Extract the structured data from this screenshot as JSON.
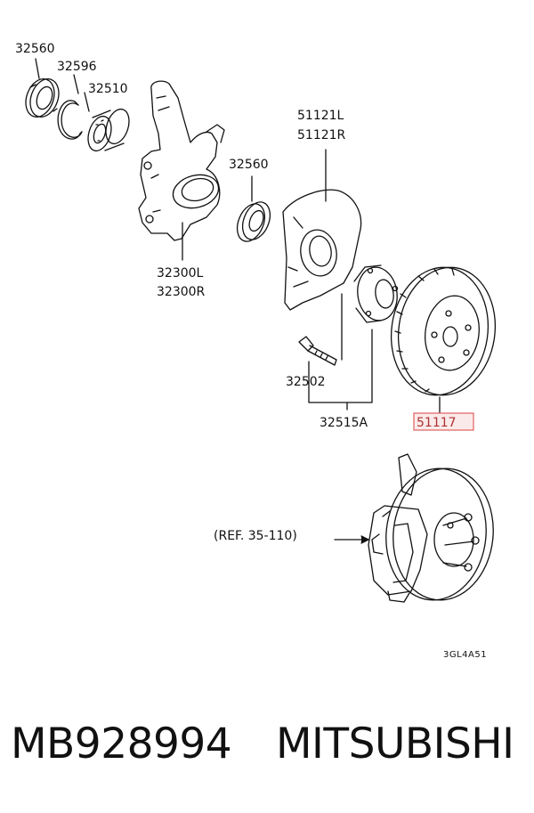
{
  "labels": {
    "p32560a": "32560",
    "p32596": "32596",
    "p32510": "32510",
    "p51121l": "51121L",
    "p51121r": "51121R",
    "p32560b": "32560",
    "p32300l": "32300L",
    "p32300r": "32300R",
    "p32502": "32502",
    "p32515a": "32515A",
    "p51117": "51117",
    "ref": "(REF. 35-110)",
    "code": "3GL4A51"
  },
  "highlight": {
    "part": "51117",
    "color": "#e06060"
  },
  "footer": {
    "part_number": "MB928994",
    "brand": "MITSUBISHI"
  }
}
